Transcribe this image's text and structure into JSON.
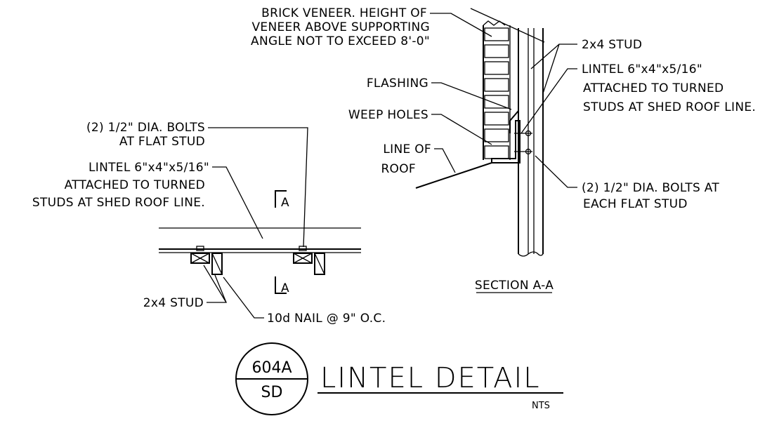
{
  "section_labels": {
    "brick": [
      "BRICK VENEER.  HEIGHT OF",
      "VENEER ABOVE SUPPORTING",
      "ANGLE NOT TO EXCEED 8'-0\""
    ],
    "stud_2x4": "2x4 STUD",
    "lintel": [
      "LINTEL 6\"x4\"x5/16\"",
      "ATTACHED TO TURNED",
      "STUDS AT SHED ROOF LINE."
    ],
    "flashing": "FLASHING",
    "weep_holes": "WEEP HOLES",
    "line_of_roof": [
      "LINE OF",
      "ROOF"
    ],
    "bolts": [
      "(2) 1/2\" DIA. BOLTS AT",
      "EACH FLAT STUD"
    ],
    "section_title": "SECTION A-A"
  },
  "plan_labels": {
    "bolts": [
      "(2) 1/2\" DIA. BOLTS",
      "AT FLAT STUD"
    ],
    "lintel": [
      "LINTEL 6\"x4\"x5/16\"",
      "ATTACHED TO TURNED",
      "STUDS AT SHED ROOF LINE."
    ],
    "section_mark": "A",
    "stud_2x4": "2x4 STUD",
    "nail": "10d NAIL @ 9\" O.C."
  },
  "title_block": {
    "detail_number": "604A",
    "sheet": "SD",
    "title": "LINTEL DETAIL",
    "scale_note": "NTS"
  }
}
